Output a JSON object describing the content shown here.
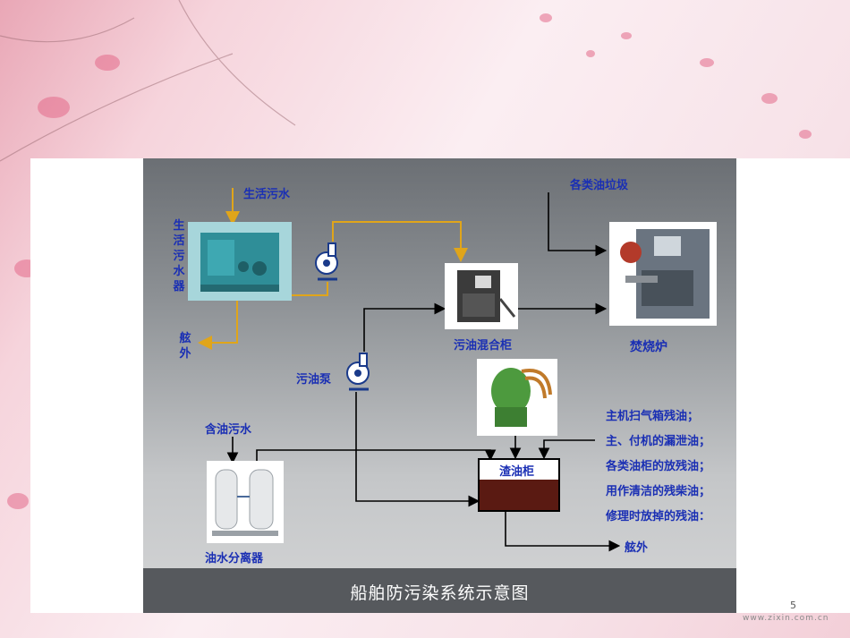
{
  "caption": "船舶防污染系统示意图",
  "page_number": "5",
  "watermark": "www.zixin.com.cn",
  "labels": {
    "domestic_sewage": "生活污水",
    "sewage_unit": "生活污水器",
    "overboard_1": "舷外",
    "mixing_tank": "污油混合柜",
    "garbage": "各类油垃圾",
    "incinerator": "焚烧炉",
    "pump": "污油泵",
    "oily_water": "含油污水",
    "separator": "油水分离器",
    "sludge_tank": "渣油柜",
    "overboard_2": "舷外"
  },
  "sources": [
    "主机扫气箱残油；",
    "主、付机的漏泄油；",
    "各类油柜的放残油；",
    "用作清洁的残柴油；",
    "修理时放掉的残油："
  ],
  "colors": {
    "sewage_line": "#e0a51a",
    "oil_line": "#000000",
    "label": "#1a2fb4"
  }
}
